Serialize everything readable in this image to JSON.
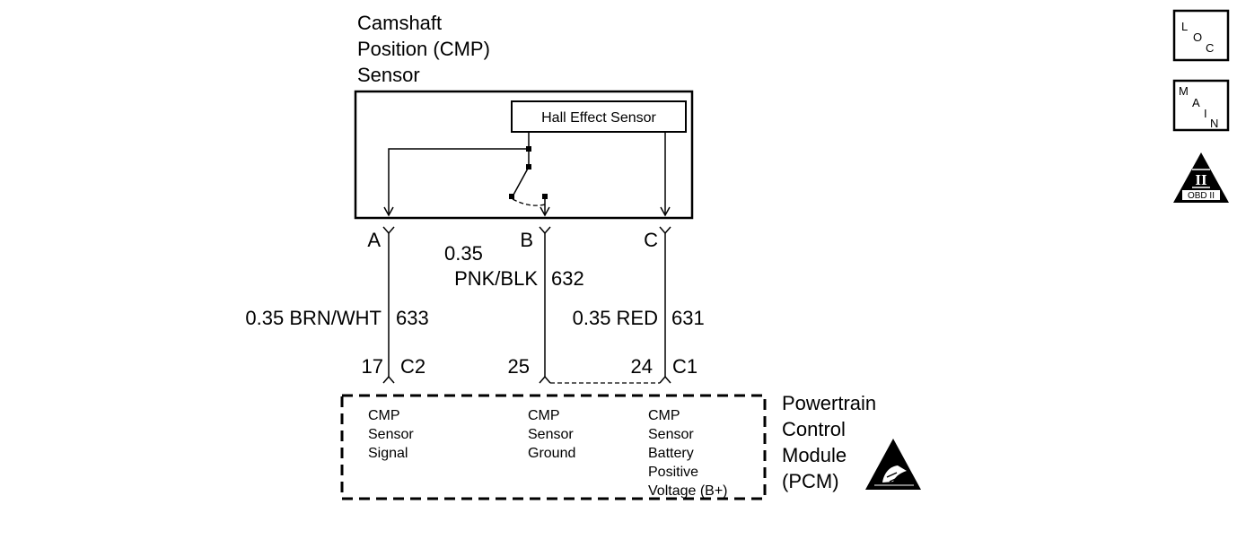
{
  "sensor": {
    "title_lines": [
      "Camshaft",
      "Position (CMP)",
      "Sensor"
    ],
    "hall_label": "Hall Effect Sensor"
  },
  "connector_letters": {
    "a": "A",
    "b": "B",
    "c": "C"
  },
  "wires": {
    "a": {
      "size_color": "0.35 BRN/WHT",
      "circuit": "633"
    },
    "b": {
      "size": "0.35",
      "color": "PNK/BLK",
      "circuit": "632"
    },
    "c": {
      "size_color": "0.35 RED",
      "circuit": "631"
    }
  },
  "pcm_pins": {
    "a": {
      "pin": "17",
      "connector": "C2"
    },
    "b": {
      "pin": "25"
    },
    "c": {
      "pin": "24",
      "connector": "C1"
    }
  },
  "pcm": {
    "title_lines": [
      "Powertrain",
      "Control",
      "Module",
      "(PCM)"
    ],
    "signal_lines": [
      "CMP",
      "Sensor",
      "Signal"
    ],
    "ground_lines": [
      "CMP",
      "Sensor",
      "Ground"
    ],
    "voltage_lines": [
      "CMP",
      "Sensor",
      "Battery",
      "Positive",
      "Voltage (B+)"
    ]
  },
  "badges": {
    "loc": [
      "L",
      "O",
      "C"
    ],
    "main": [
      "M",
      "A",
      "I",
      "N"
    ],
    "obd_numeral": "II",
    "obd_label": "OBD II"
  }
}
